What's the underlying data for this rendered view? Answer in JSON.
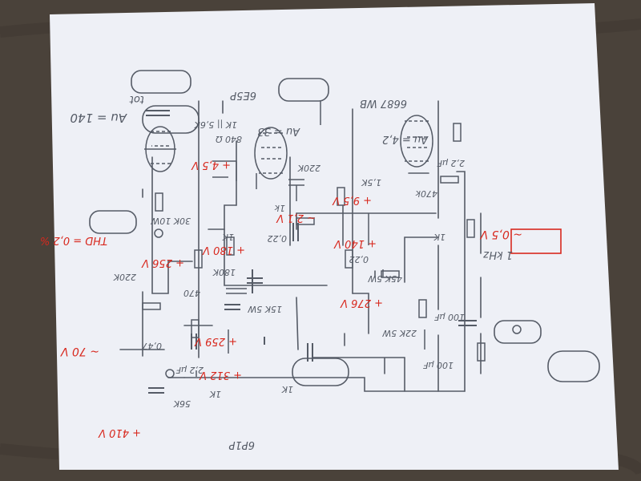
{
  "colors": {
    "table": "#4a423a",
    "paper": "#eef0f6",
    "ink": "#555b66",
    "red_ink": "#d8281e"
  },
  "tubes": {
    "output": "6P1P",
    "driver": "6E5P",
    "input": "6687 WB"
  },
  "gains": {
    "driver": "Au = 33",
    "input": "Au = 4,2",
    "total_value": "Au = 140",
    "total_label": "tot"
  },
  "thd": "THD = 0,2 %",
  "frequency": "1 kHz",
  "signals": {
    "input": "~ 0,5 V",
    "driver_grid": "~ 2,1 V",
    "output": "~ 70 V"
  },
  "voltages": {
    "input_plate": "+ 9,5 V",
    "input_rail": "+ 140 V",
    "input_supply": "+ 276 V",
    "driver_cathode": "+ 4,5 V",
    "driver_plate": "+ 180 V",
    "driver_rail": "+ 256 V",
    "output_plate": "+ 259 V",
    "output_grid": "+ 312 V",
    "supply": "+ 410 V"
  },
  "components": {
    "r_input_grid": "1K",
    "r_input_cathode": "1,5K",
    "r_input_kbias": "470k",
    "c_input_cathode": "2,2 μF",
    "r_input_plate": "45K 5W",
    "c_coupling_1": "0,22",
    "r_input_decouple": "22K 5W",
    "c_input_decouple": "100 μF",
    "c_supply": "100 μF",
    "r_driver_grid": "1k",
    "r_driver_gridleak": "220K",
    "r_driver_cathode": "840 Ω",
    "r_driver_cathode_par": "1K || 5,6K",
    "r_driver_g2": "1K",
    "r_driver_plate": "180K",
    "c_coupling_2": "0,22",
    "r_driver_decouple": "30K 10W",
    "c_driver_decouple": "470",
    "r_output_load": "15K 5W",
    "r_output_grid": "1K",
    "r_output_cathode": "1K",
    "c_output_bypass": "2,2 μF",
    "r_output_bias": "56K",
    "c_output": "0,47",
    "r_output_leak": "220K"
  }
}
